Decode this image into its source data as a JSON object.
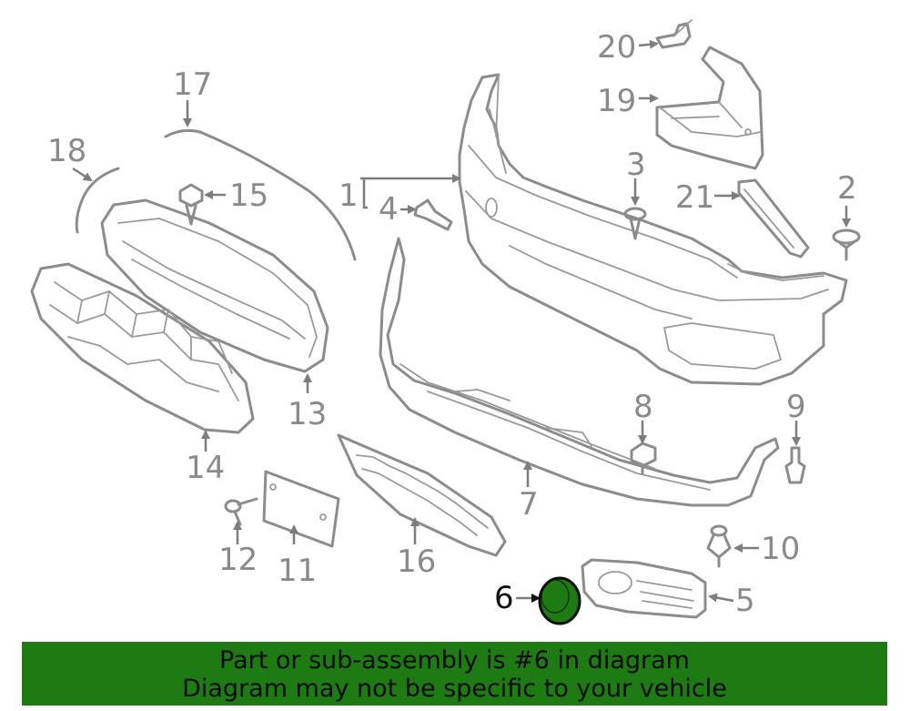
{
  "callouts": {
    "c1": "1",
    "c2": "2",
    "c3": "3",
    "c4": "4",
    "c5": "5",
    "c6": "6",
    "c7": "7",
    "c8": "8",
    "c9": "9",
    "c10": "10",
    "c11": "11",
    "c12": "12",
    "c13": "13",
    "c14": "14",
    "c15": "15",
    "c16": "16",
    "c17": "17",
    "c18": "18",
    "c19": "19",
    "c20": "20",
    "c21": "21"
  },
  "highlighted_part": "6",
  "colors": {
    "banner": "#1e7a12",
    "part_line": "#8c8c8c",
    "highlight": "#1e7a12"
  },
  "banner": {
    "line1": "Part or sub-assembly is #6 in diagram",
    "line2": "Diagram may not be specific to your vehicle"
  }
}
